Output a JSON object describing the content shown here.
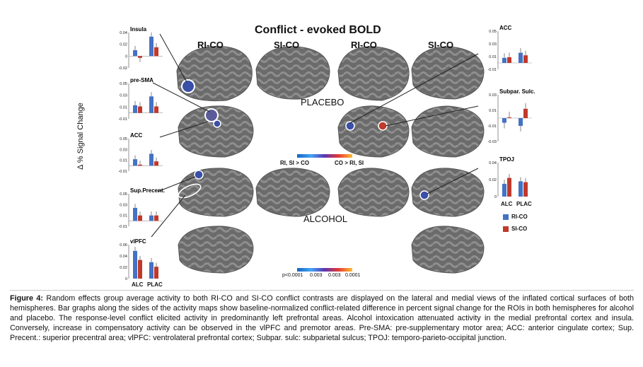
{
  "figure": {
    "title": "Conflict - evoked BOLD",
    "column_headers": [
      "RI-CO",
      "SI-CO",
      "RI-CO",
      "SI-CO"
    ],
    "row_labels": [
      "PLACEBO",
      "ALCOHOL"
    ],
    "y_axis_label": "Δ % Signal Change",
    "colorbar": {
      "left_label": "RI, SI > CO",
      "right_label": "CO > RI, SI",
      "p_values": [
        "p<0.0001",
        "0.003",
        "0.003",
        "0.0001"
      ]
    },
    "legend": [
      {
        "name": "RI-CO",
        "color": "#4472c4"
      },
      {
        "name": "SI-CO",
        "color": "#c0392b"
      }
    ],
    "group_labels": [
      "ALC",
      "PLAC"
    ],
    "colors": {
      "ri": "#4472c4",
      "si": "#c0392b",
      "brain_dark": "#5c5c5c",
      "brain_light": "#8a8a8a"
    }
  },
  "chart_data": [
    {
      "type": "bar",
      "title": "Insula",
      "categories": [
        "ALC",
        "PLAC"
      ],
      "yticks": [
        "0.04",
        "0.02",
        "0",
        "-0.02"
      ],
      "ylim": [
        -0.02,
        0.04
      ],
      "series": [
        {
          "name": "RI-CO",
          "values": [
            0.01,
            0.033
          ]
        },
        {
          "name": "SI-CO",
          "values": [
            -0.003,
            0.015
          ]
        }
      ]
    },
    {
      "type": "bar",
      "title": "pre-SMA",
      "categories": [
        "ALC",
        "PLAC"
      ],
      "yticks": [
        "0.05",
        "0.03",
        "0.01",
        "-0.01"
      ],
      "ylim": [
        -0.01,
        0.05
      ],
      "series": [
        {
          "name": "RI-CO",
          "values": [
            0.013,
            0.028
          ]
        },
        {
          "name": "SI-CO",
          "values": [
            0.011,
            0.011
          ]
        }
      ]
    },
    {
      "type": "bar",
      "title": "ACC",
      "categories": [
        "ALC",
        "PLAC"
      ],
      "yticks": [
        "0.05",
        "0.03",
        "0.01",
        "-0.01"
      ],
      "ylim": [
        -0.01,
        0.05
      ],
      "series": [
        {
          "name": "RI-CO",
          "values": [
            0.012,
            0.022
          ]
        },
        {
          "name": "SI-CO",
          "values": [
            0.002,
            0.008
          ]
        }
      ]
    },
    {
      "type": "bar",
      "title": "Sup.Precent.",
      "categories": [
        "ALC",
        "PLAC"
      ],
      "yticks": [
        "0.05",
        "0.03",
        "0.01",
        "-0.01"
      ],
      "ylim": [
        -0.01,
        0.05
      ],
      "series": [
        {
          "name": "RI-CO",
          "values": [
            0.024,
            0.01
          ]
        },
        {
          "name": "SI-CO",
          "values": [
            0.01,
            0.01
          ]
        }
      ]
    },
    {
      "type": "bar",
      "title": "vlPFC",
      "categories": [
        "ALC",
        "PLAC"
      ],
      "yticks": [
        "0.06",
        "0.04",
        "0.02",
        "0"
      ],
      "ylim": [
        0,
        0.06
      ],
      "series": [
        {
          "name": "RI-CO",
          "values": [
            0.049,
            0.029
          ]
        },
        {
          "name": "SI-CO",
          "values": [
            0.033,
            0.021
          ]
        }
      ]
    },
    {
      "type": "bar",
      "title": "ACC",
      "categories": [
        "ALC",
        "PLAC"
      ],
      "yticks": [
        "0.05",
        "0.03",
        "0.01",
        "-0.01"
      ],
      "ylim": [
        -0.01,
        0.05
      ],
      "series": [
        {
          "name": "RI-CO",
          "values": [
            0.008,
            0.016
          ]
        },
        {
          "name": "SI-CO",
          "values": [
            0.009,
            0.012
          ]
        }
      ]
    },
    {
      "type": "bar",
      "title": "Subpar. Sulc.",
      "categories": [
        "ALC",
        "PLAC"
      ],
      "yticks": [
        "0.03",
        "0.01",
        "-0.01",
        "-0.03"
      ],
      "ylim": [
        -0.03,
        0.03
      ],
      "series": [
        {
          "name": "RI-CO",
          "values": [
            -0.006,
            -0.01
          ]
        },
        {
          "name": "SI-CO",
          "values": [
            0.001,
            0.012
          ]
        }
      ]
    },
    {
      "type": "bar",
      "title": "TPOJ",
      "categories": [
        "ALC",
        "PLAC"
      ],
      "yticks": [
        "0.04",
        "0.02",
        "0"
      ],
      "ylim": [
        0,
        0.04
      ],
      "series": [
        {
          "name": "RI-CO",
          "values": [
            0.015,
            0.018
          ]
        },
        {
          "name": "SI-CO",
          "values": [
            0.022,
            0.017
          ]
        }
      ]
    }
  ],
  "caption": {
    "label": "Figure 4:",
    "text": " Random effects group average activity to both RI-CO and SI-CO conflict contrasts are displayed on the lateral and medial views of the inflated cortical surfaces of both hemispheres. Bar graphs along the sides of the activity maps show baseline-normalized conflict-related difference in percent signal change for the ROIs in both hemispheres for alcohol and placebo. The response-level conflict elicited activity in predominantly left prefrontal areas. Alcohol intoxication attenuated activity in the medial prefrontal cortex and insula. Conversely, increase in compensatory activity can be observed in the vlPFC and premotor areas. Pre-SMA: pre-supplementary motor area; ACC: anterior cingulate cortex; Sup. Precent.: superior precentral area; vlPFC: ventrolateral prefrontal cortex; Subpar. sulc: subparietal sulcus; TPOJ: temporo-parieto-occipital junction."
  }
}
